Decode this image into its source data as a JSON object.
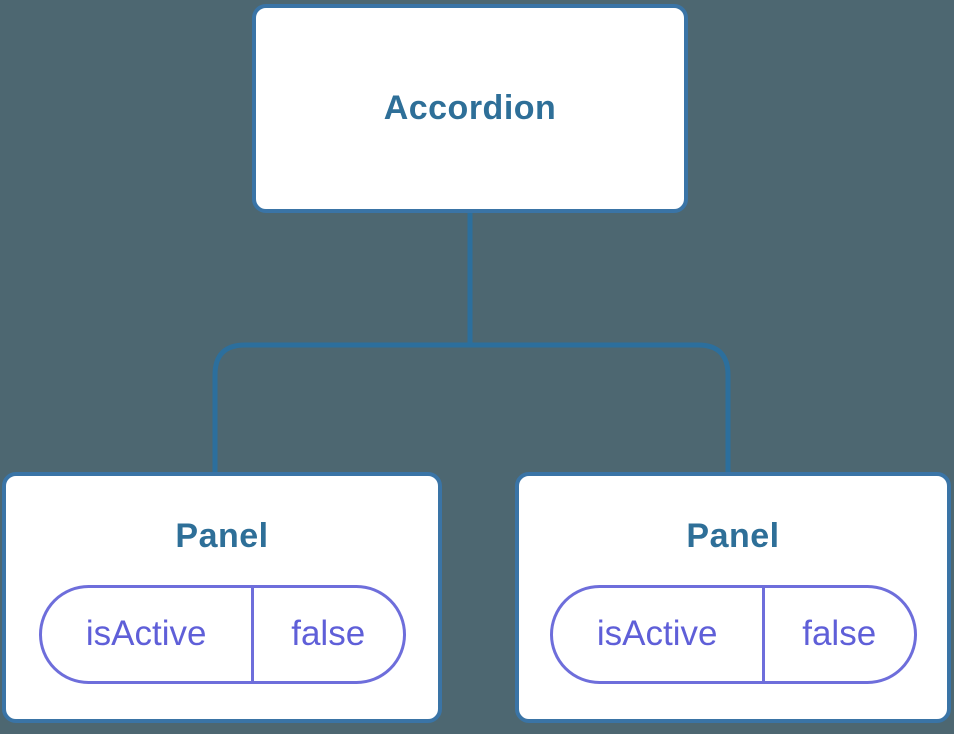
{
  "tree": {
    "root": {
      "label": "Accordion"
    },
    "children": [
      {
        "label": "Panel",
        "state": {
          "key": "isActive",
          "value": "false"
        }
      },
      {
        "label": "Panel",
        "state": {
          "key": "isActive",
          "value": "false"
        }
      }
    ]
  },
  "colors": {
    "background": "#4D6771",
    "node_fill": "#FFFFFF",
    "node_border": "#3A74A6",
    "connector_line": "#2C6F9D",
    "node_title_text": "#2E6F98",
    "state_pill_border": "#6E6EDB",
    "state_pill_text": "#5F5FD8"
  }
}
